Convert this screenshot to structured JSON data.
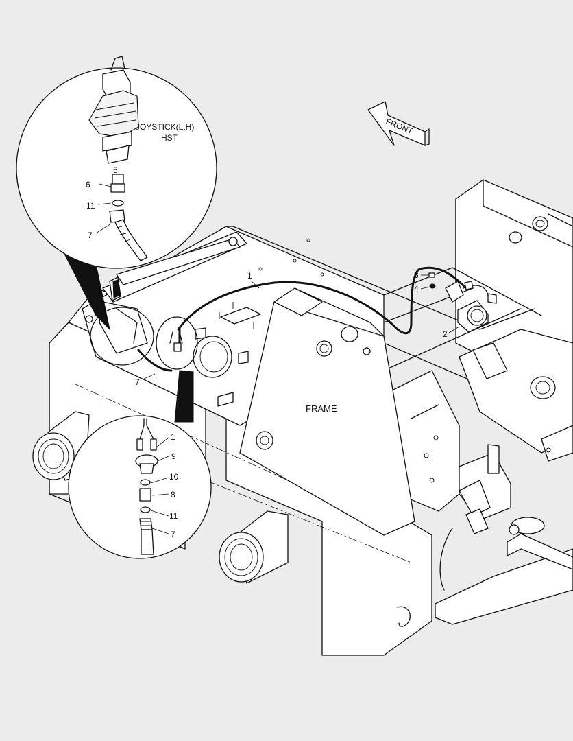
{
  "labels": {
    "frame": "FRAME",
    "front": "FRONT",
    "joystick_line1": "JOYSTICK(L.H)",
    "joystick_line2": "HST"
  },
  "callouts": {
    "c1_main": "1",
    "c2": "2",
    "c3": "3",
    "c4": "4",
    "c7_main": "7",
    "t_c5": "5",
    "t_c6": "6",
    "t_c11": "11",
    "t_c7": "7",
    "b_c1": "1",
    "b_c9": "9",
    "b_c10": "10",
    "b_c8": "8",
    "b_c11": "11",
    "b_c7": "7"
  }
}
